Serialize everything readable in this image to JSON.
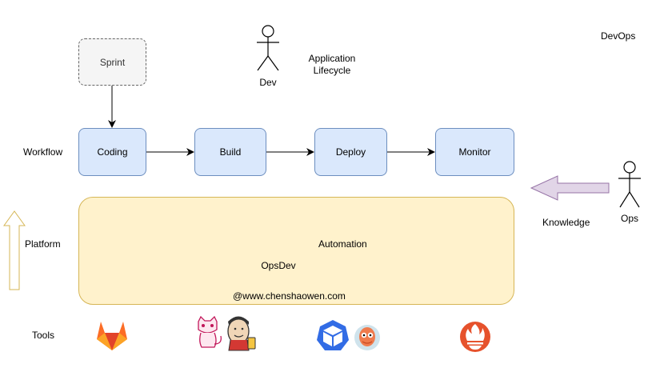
{
  "title": "DevOps",
  "lanes": {
    "workflow": "Workflow",
    "platform": "Platform",
    "tools": "Tools"
  },
  "nodes": {
    "sprint": "Sprint",
    "coding": "Coding",
    "build": "Build",
    "deploy": "Deploy",
    "monitor": "Monitor"
  },
  "actors": {
    "dev": "Dev",
    "ops": "Ops",
    "opsdev": "OpsDev"
  },
  "labels": {
    "application": "Application",
    "lifecycle": "Lifecycle",
    "automation": "Automation",
    "knowledge": "Knowledge",
    "watermark": "@www.chenshaowen.com"
  },
  "tool_icons": [
    "gitlab-icon",
    "gitlab-cat-icon",
    "jenkins-icon",
    "kubernetes-icon",
    "argo-icon",
    "prometheus-icon"
  ],
  "colors": {
    "process_fill": "#dae8fc",
    "process_stroke": "#6c8ebf",
    "platform_fill": "#fff2cc",
    "platform_stroke": "#d6b656",
    "knowledge_arrow_fill": "#e1d5e7",
    "knowledge_arrow_stroke": "#9673a6"
  }
}
